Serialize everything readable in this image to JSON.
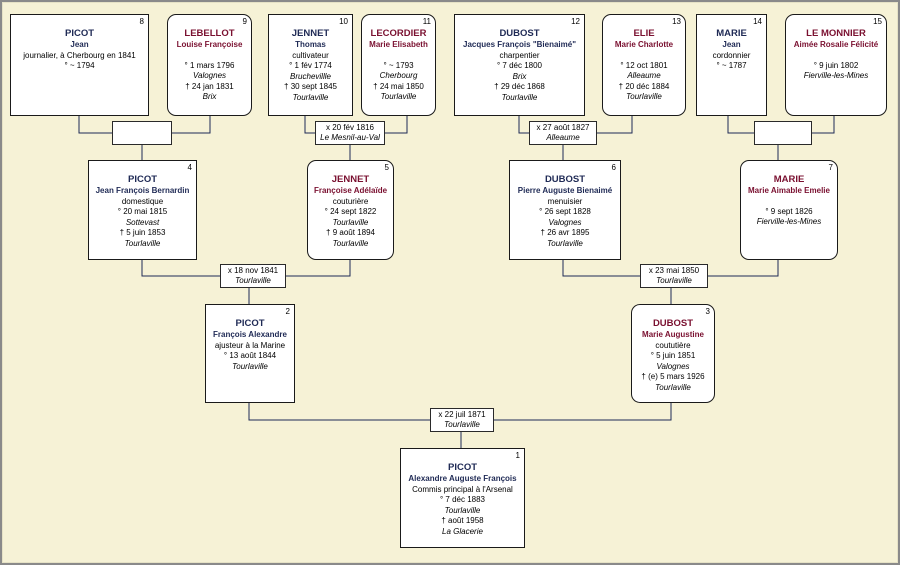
{
  "persons": {
    "p1": {
      "number": "1",
      "surname": "PICOT",
      "given": "Alexandre Auguste François",
      "occupation": "Commis principal à l'Arsenal",
      "birth": "° 7 déc 1883",
      "birth_place": "Tourlaville",
      "death": "† août 1958",
      "death_place": "La Glacerie"
    },
    "p2": {
      "number": "2",
      "surname": "PICOT",
      "given": "François Alexandre",
      "occupation": "ajusteur à la Marine",
      "birth": "° 13 août 1844",
      "birth_place": "Tourlaville"
    },
    "p3": {
      "number": "3",
      "surname": "DUBOST",
      "given": "Marie Augustine",
      "occupation": "coututière",
      "birth": "° 5 juin 1851",
      "birth_place": "Valognes",
      "death": "† (e) 5 mars 1926",
      "death_place": "Tourlaville"
    },
    "p4": {
      "number": "4",
      "surname": "PICOT",
      "given": "Jean François Bernardin",
      "occupation": "domestique",
      "birth": "° 20 mai 1815",
      "birth_place": "Sottevast",
      "death": "† 5 juin 1853",
      "death_place": "Tourlaville"
    },
    "p5": {
      "number": "5",
      "surname": "JENNET",
      "given": "Françoise Adélaïde",
      "occupation": "couturière",
      "birth": "° 24 sept 1822",
      "birth_place": "Tourlaville",
      "death": "† 9 août 1894",
      "death_place": "Tourlaville"
    },
    "p6": {
      "number": "6",
      "surname": "DUBOST",
      "given": "Pierre Auguste Bienaimé",
      "occupation": "menuisier",
      "birth": "° 26 sept 1828",
      "birth_place": "Valognes",
      "death": "† 26 avr 1895",
      "death_place": "Tourlaville"
    },
    "p7": {
      "number": "7",
      "surname": "MARIE",
      "given": "Marie Aimable Emelie",
      "birth": "° 9 sept 1826",
      "birth_place": "Fierville-les-Mines"
    },
    "p8": {
      "number": "8",
      "surname": "PICOT",
      "given": "Jean",
      "occupation": "journalier, à Cherbourg en 1841",
      "birth": "° ~ 1794"
    },
    "p9": {
      "number": "9",
      "surname": "LEBELLOT",
      "given": "Louise Françoise",
      "birth": "° 1 mars 1796",
      "birth_place": "Valognes",
      "death": "† 24 jan 1831",
      "death_place": "Brix"
    },
    "p10": {
      "number": "10",
      "surname": "JENNET",
      "given": "Thomas",
      "occupation": "cultivateur",
      "birth": "° 1 fév 1774",
      "birth_place": "Bruchevillle",
      "death": "† 30 sept 1845",
      "death_place": "Tourlaville"
    },
    "p11": {
      "number": "11",
      "surname": "LECORDIER",
      "given": "Marie Elisabeth",
      "birth": "° ~ 1793",
      "birth_place": "Cherbourg",
      "death": "† 24 mai 1850",
      "death_place": "Tourlaville"
    },
    "p12": {
      "number": "12",
      "surname": "DUBOST",
      "given": "Jacques François \"Bienaimé\"",
      "occupation": "charpentier",
      "birth": "° 7 déc 1800",
      "birth_place": "Brix",
      "death": "† 29 déc 1868",
      "death_place": "Tourlaville"
    },
    "p13": {
      "number": "13",
      "surname": "ELIE",
      "given": "Marie Charlotte",
      "birth": "° 12 oct 1801",
      "birth_place": "Alleaume",
      "death": "† 20 déc 1884",
      "death_place": "Tourlaville"
    },
    "p14": {
      "number": "14",
      "surname": "MARIE",
      "given": "Jean",
      "occupation": "cordonnier",
      "birth": "° ~ 1787"
    },
    "p15": {
      "number": "15",
      "surname": "LE MONNIER",
      "given": "Aimée Rosalie Félicité",
      "birth": "° 9 juin 1802",
      "birth_place": "Fierville-les-Mines"
    }
  },
  "marriages": {
    "m1": {
      "date": "x 22 juil 1871",
      "place": "Tourlaville"
    },
    "m2": {
      "date": "x 18 nov 1841",
      "place": "Tourlaville"
    },
    "m3": {
      "date": "x 23 mai 1850",
      "place": "Tourlaville"
    },
    "m4": {
      "date": "",
      "place": ""
    },
    "m5": {
      "date": "x 20 fév 1816",
      "place": "Le Mesnil-au-Val"
    },
    "m6": {
      "date": "x 27 août 1827",
      "place": "Alleaume"
    },
    "m7": {
      "date": "",
      "place": ""
    }
  },
  "colors": {
    "background": "#f6f2d6",
    "male_name": "#1f2a55",
    "female_name": "#7a1030",
    "connector": "#1f2a55"
  }
}
